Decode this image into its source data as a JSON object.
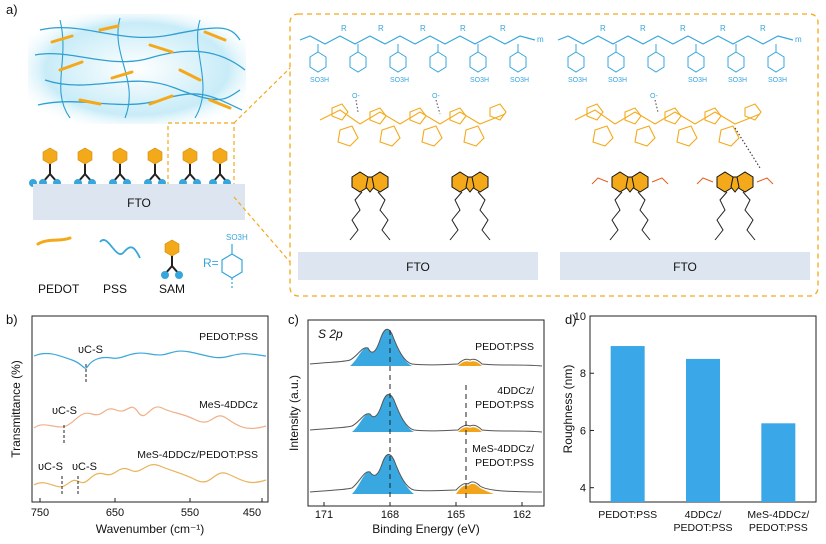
{
  "panels": {
    "a": {
      "label": "a)",
      "substrate_label": "FTO",
      "legend": [
        {
          "label": "PEDOT",
          "color": "#f4a91b"
        },
        {
          "label": "PSS",
          "color": "#37a6dc"
        },
        {
          "label": "SAM",
          "color": "#f4a91b"
        }
      ],
      "r_group_prefix": "R=",
      "r_group_formula": "SO3H",
      "polymer_repeat_m": "m",
      "polymer_r": "R",
      "so3h_label": "SO3H",
      "so3_minus_label": "O-",
      "zoom_panels": [
        {
          "substrate_label": "FTO"
        },
        {
          "substrate_label": "FTO"
        }
      ]
    },
    "b": {
      "label": "b)",
      "xlabel": "Wavenumber (cm⁻¹)",
      "ylabel": "Transmittance (%)",
      "tick_labels": [
        "750",
        "650",
        "550",
        "450"
      ],
      "traces": [
        {
          "name": "PEDOT:PSS",
          "color": "#3aa8d8",
          "annotations": [
            "υC-S"
          ]
        },
        {
          "name": "MeS-4DDCz",
          "color": "#f0b08a",
          "annotations": [
            "υC-S"
          ]
        },
        {
          "name": "MeS-4DDCz/PEDOT:PSS",
          "color": "#e8b35a",
          "annotations": [
            "υC-S",
            "υC-S"
          ]
        }
      ]
    },
    "c": {
      "label": "c)",
      "title": "S 2p",
      "xlabel": "Binding Energy (eV)",
      "ylabel": "Intensity (a.u.)",
      "tick_labels": [
        "171",
        "168",
        "165",
        "162"
      ],
      "traces": [
        {
          "name": "PEDOT:PSS"
        },
        {
          "name": "4DDCz/\nPEDOT:PSS"
        },
        {
          "name": "MeS-4DDCz/\nPEDOT:PSS"
        }
      ],
      "fill_blue": "#3aa8e0",
      "fill_orange": "#f2a51a"
    },
    "d": {
      "label": "d)"
    }
  },
  "chart_data": [
    {
      "type": "bar",
      "panel": "d",
      "categories": [
        "PEDOT:PSS",
        "4DDCz/\nPEDOT:PSS",
        "MeS-4DDCz/\nPEDOT:PSS"
      ],
      "values": [
        8.95,
        8.5,
        6.25
      ],
      "xlabel": "",
      "ylabel": "Roughness (nm)",
      "ylim": [
        3.5,
        10
      ],
      "yticks": [
        4,
        6,
        8,
        10
      ],
      "bar_color": "#3aa8e8",
      "grid": false
    }
  ]
}
